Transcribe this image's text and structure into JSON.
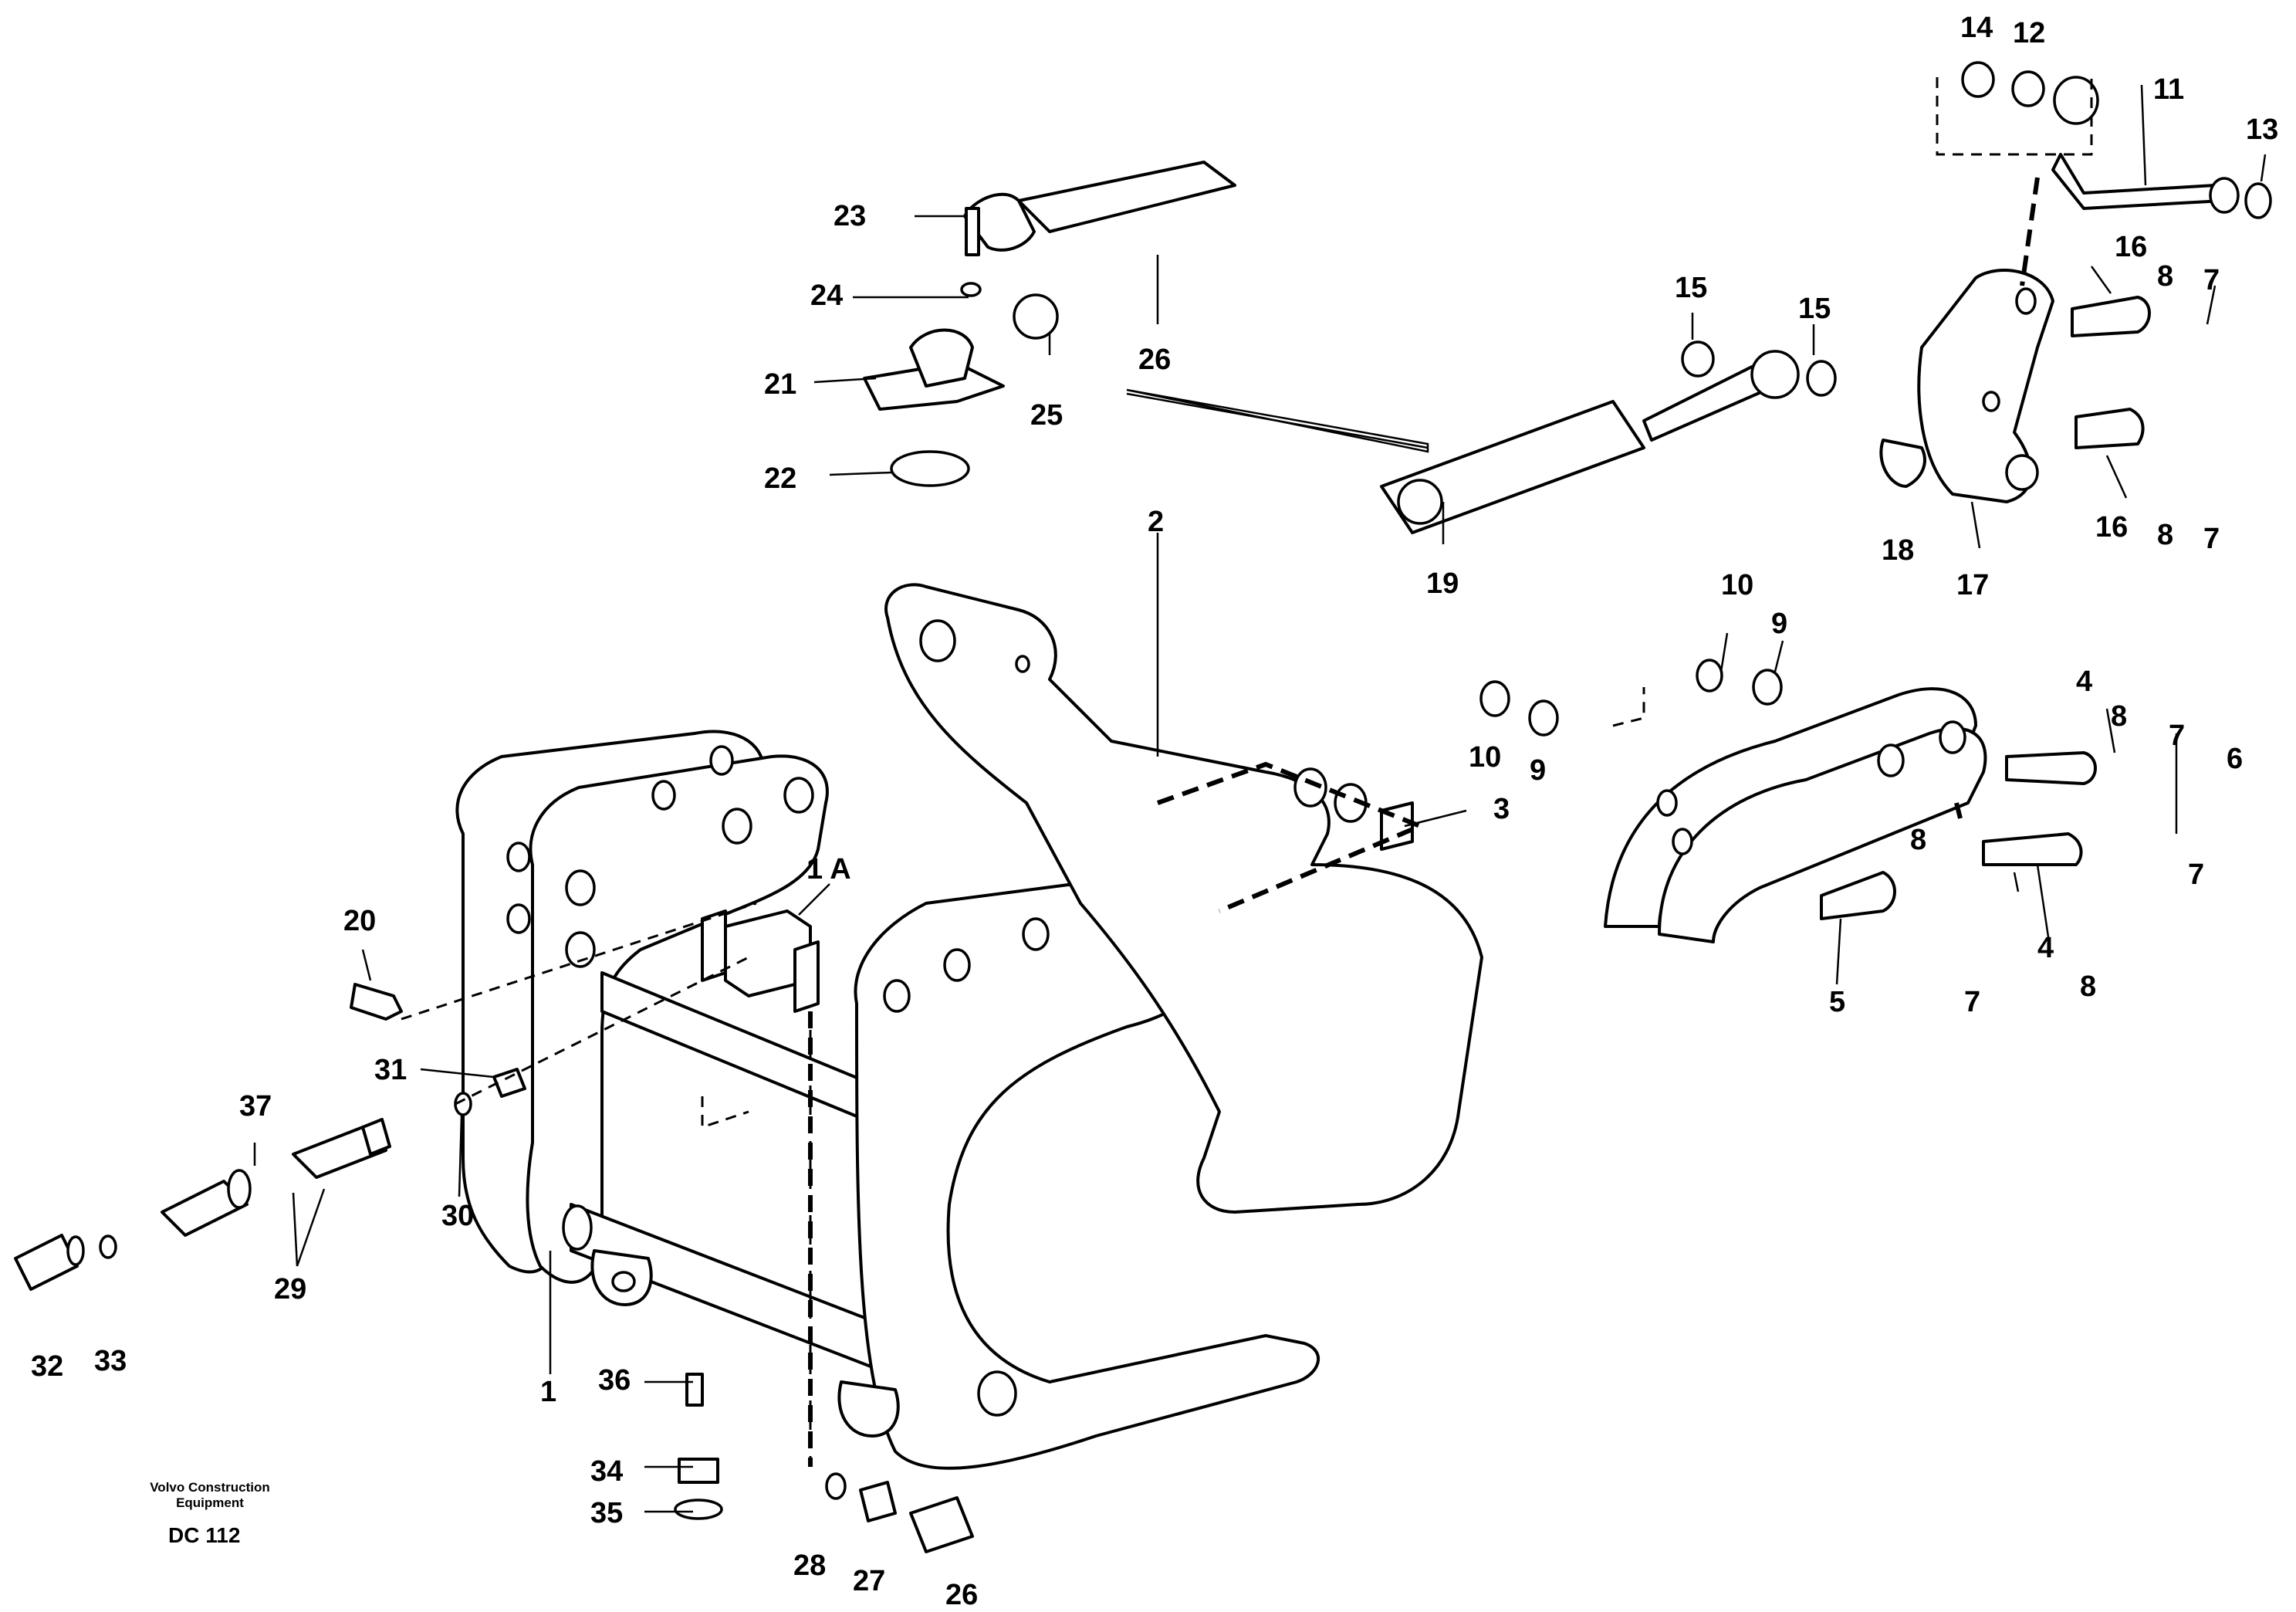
{
  "diagram": {
    "labels": {
      "l1": "1",
      "l1a": "1 A",
      "l2": "2",
      "l3": "3",
      "l4a": "4",
      "l4b": "4",
      "l5": "5",
      "l6": "6",
      "l7a": "7",
      "l7b": "7",
      "l7c": "7",
      "l7d": "7",
      "l7e": "7",
      "l8a": "8",
      "l8b": "8",
      "l8c": "8",
      "l8d": "8",
      "l8e": "8",
      "l9a": "9",
      "l9b": "9",
      "l10a": "10",
      "l10b": "10",
      "l11": "11",
      "l12": "12",
      "l13": "13",
      "l14": "14",
      "l15a": "15",
      "l15b": "15",
      "l16a": "16",
      "l16b": "16",
      "l17": "17",
      "l18": "18",
      "l19": "19",
      "l20": "20",
      "l21": "21",
      "l22": "22",
      "l23": "23",
      "l24": "24",
      "l25": "25",
      "l26a": "26",
      "l26b": "26",
      "l27": "27",
      "l28": "28",
      "l29": "29",
      "l30": "30",
      "l31": "31",
      "l32": "32",
      "l33": "33",
      "l34": "34",
      "l35": "35",
      "l36": "36",
      "l37": "37"
    },
    "footer": {
      "company_line1": "Volvo Construction",
      "company_line2": "Equipment",
      "code": "DC 112"
    }
  }
}
